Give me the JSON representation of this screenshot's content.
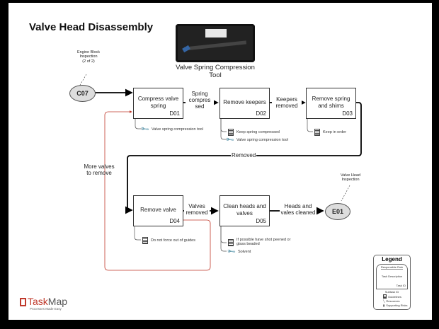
{
  "page": {
    "title": "Valve Head Disassembly"
  },
  "tool_image": {
    "caption_line1": "Valve Spring Compression",
    "caption_line2": "Tool",
    "icon": "toolkit-photo"
  },
  "start_node": {
    "id": "C07",
    "reference_line1": "Engine Block",
    "reference_line2": "Inspection",
    "reference_line3": "(2 of 2)"
  },
  "end_node": {
    "id": "E01",
    "reference_line1": "Valve Head",
    "reference_line2": "Inspection"
  },
  "tasks": [
    {
      "id": "D01",
      "line1": "Compress valve",
      "line2": "spring",
      "subtasks": [
        {
          "type": "resource",
          "icon": "wrench-icon",
          "text": "Valve spring compression tool"
        }
      ]
    },
    {
      "id": "D02",
      "line1": "Remove keepers",
      "line2": "",
      "subtasks": [
        {
          "type": "guideline",
          "icon": "document-icon",
          "text": "Keep spring compressed"
        },
        {
          "type": "resource",
          "icon": "wrench-icon",
          "text": "Valve spring compression tool"
        }
      ]
    },
    {
      "id": "D03",
      "line1": "Remove spring",
      "line2": "and shims",
      "subtasks": [
        {
          "type": "guideline",
          "icon": "document-icon",
          "text": "Keep in order"
        }
      ]
    },
    {
      "id": "D04",
      "line1": "Remove valve",
      "line2": "",
      "subtasks": [
        {
          "type": "guideline",
          "icon": "document-icon",
          "text": "Do not force out of guides"
        }
      ]
    },
    {
      "id": "D05",
      "line1": "Clean heads and",
      "line2": "valves",
      "subtasks": [
        {
          "type": "guideline",
          "icon": "document-icon",
          "text": "If possible have shot peened or",
          "text2": "glass beaded"
        },
        {
          "type": "resource",
          "icon": "wrench-icon",
          "text": "Solvent"
        }
      ]
    }
  ],
  "connectors": {
    "d01_d02": [
      "Spring",
      "compres",
      "sed"
    ],
    "d02_d03": [
      "Keepers",
      "removed"
    ],
    "d03_d04": "Removed",
    "d04_d05": [
      "Valves",
      "removed"
    ],
    "d05_e01": [
      "Heads and",
      "vales cleaned"
    ],
    "loop": [
      "More valves",
      "to remove"
    ]
  },
  "legend": {
    "title": "Legend",
    "responsible_role": "Responsible Role",
    "task_description": "Task Description",
    "task_id": "Task ID",
    "subtask_id": "Subtask ID",
    "guidelines": "Guidelines",
    "resources": "Resources",
    "supporting_risks": "Supporting Risks"
  },
  "logo": {
    "name_part1": "Task",
    "name_part2": "Map",
    "tagline": "Processes Made Easy"
  },
  "colors": {
    "loop_line": "#c0392b",
    "flow_line": "#000000",
    "oval_fill": "#dddddd"
  }
}
